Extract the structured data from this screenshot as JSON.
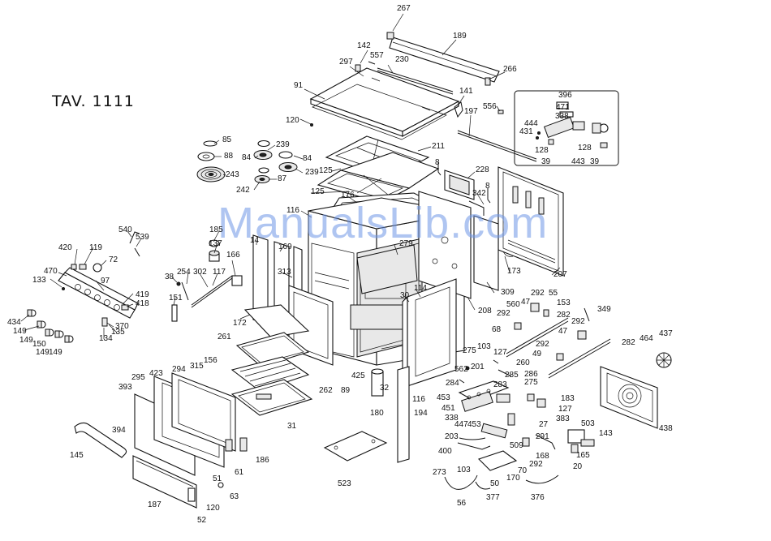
{
  "drawing": {
    "title": "TAV. 1111",
    "watermark": "ManualsLib.com"
  },
  "labels": [
    {
      "text": "267",
      "id": "p267"
    },
    {
      "text": "189",
      "id": "p189"
    },
    {
      "text": "142",
      "id": "p142"
    },
    {
      "text": "557",
      "id": "p557"
    },
    {
      "text": "230",
      "id": "p230"
    },
    {
      "text": "297",
      "id": "p297"
    },
    {
      "text": "266",
      "id": "p266"
    },
    {
      "text": "91",
      "id": "p91"
    },
    {
      "text": "141",
      "id": "p141"
    },
    {
      "text": "556",
      "id": "p556"
    },
    {
      "text": "197",
      "id": "p197"
    },
    {
      "text": "120",
      "id": "p120a"
    },
    {
      "text": "85",
      "id": "p85"
    },
    {
      "text": "88",
      "id": "p88"
    },
    {
      "text": "239",
      "id": "p239a"
    },
    {
      "text": "84",
      "id": "p84a"
    },
    {
      "text": "84",
      "id": "p84b"
    },
    {
      "text": "211",
      "id": "p211"
    },
    {
      "text": "125",
      "id": "p125a"
    },
    {
      "text": "239",
      "id": "p239b"
    },
    {
      "text": "243",
      "id": "p243"
    },
    {
      "text": "87",
      "id": "p87"
    },
    {
      "text": "242",
      "id": "p242"
    },
    {
      "text": "8",
      "id": "p8a"
    },
    {
      "text": "228",
      "id": "p228"
    },
    {
      "text": "125",
      "id": "p125b"
    },
    {
      "text": "176",
      "id": "p176"
    },
    {
      "text": "342",
      "id": "p342"
    },
    {
      "text": "8",
      "id": "p8b"
    },
    {
      "text": "116",
      "id": "p116a"
    },
    {
      "text": "540",
      "id": "p540"
    },
    {
      "text": "539",
      "id": "p539"
    },
    {
      "text": "185",
      "id": "p185"
    },
    {
      "text": "420",
      "id": "p420"
    },
    {
      "text": "119",
      "id": "p119"
    },
    {
      "text": "137",
      "id": "p137"
    },
    {
      "text": "14",
      "id": "p14"
    },
    {
      "text": "169",
      "id": "p169"
    },
    {
      "text": "279",
      "id": "p279"
    },
    {
      "text": "72",
      "id": "p72"
    },
    {
      "text": "166",
      "id": "p166"
    },
    {
      "text": "470",
      "id": "p470"
    },
    {
      "text": "254",
      "id": "p254"
    },
    {
      "text": "302",
      "id": "p302"
    },
    {
      "text": "117",
      "id": "p117"
    },
    {
      "text": "313",
      "id": "p313"
    },
    {
      "text": "133",
      "id": "p133"
    },
    {
      "text": "97",
      "id": "p97"
    },
    {
      "text": "38",
      "id": "p38"
    },
    {
      "text": "419",
      "id": "p419"
    },
    {
      "text": "418",
      "id": "p418"
    },
    {
      "text": "151",
      "id": "p151"
    },
    {
      "text": "114",
      "id": "p114"
    },
    {
      "text": "309",
      "id": "p309"
    },
    {
      "text": "173",
      "id": "p173"
    },
    {
      "text": "207",
      "id": "p207"
    },
    {
      "text": "434",
      "id": "p434"
    },
    {
      "text": "370",
      "id": "p370"
    },
    {
      "text": "172",
      "id": "p172"
    },
    {
      "text": "30",
      "id": "p30"
    },
    {
      "text": "208",
      "id": "p208"
    },
    {
      "text": "149",
      "id": "p149a"
    },
    {
      "text": "135",
      "id": "p135"
    },
    {
      "text": "134",
      "id": "p134"
    },
    {
      "text": "149",
      "id": "p149b"
    },
    {
      "text": "150",
      "id": "p150"
    },
    {
      "text": "149",
      "id": "p149c"
    },
    {
      "text": "149",
      "id": "p149d"
    },
    {
      "text": "261",
      "id": "p261"
    },
    {
      "text": "156",
      "id": "p156"
    },
    {
      "text": "315",
      "id": "p315"
    },
    {
      "text": "294",
      "id": "p294"
    },
    {
      "text": "423",
      "id": "p423"
    },
    {
      "text": "295",
      "id": "p295"
    },
    {
      "text": "262",
      "id": "p262"
    },
    {
      "text": "89",
      "id": "p89"
    },
    {
      "text": "425",
      "id": "p425"
    },
    {
      "text": "32",
      "id": "p32"
    },
    {
      "text": "116",
      "id": "p116b"
    },
    {
      "text": "393",
      "id": "p393"
    },
    {
      "text": "31",
      "id": "p31"
    },
    {
      "text": "180",
      "id": "p180"
    },
    {
      "text": "194",
      "id": "p194"
    },
    {
      "text": "394",
      "id": "p394"
    },
    {
      "text": "145",
      "id": "p145"
    },
    {
      "text": "186",
      "id": "p186"
    },
    {
      "text": "61",
      "id": "p61"
    },
    {
      "text": "51",
      "id": "p51"
    },
    {
      "text": "63",
      "id": "p63"
    },
    {
      "text": "523",
      "id": "p523"
    },
    {
      "text": "187",
      "id": "p187"
    },
    {
      "text": "120",
      "id": "p120b"
    },
    {
      "text": "52",
      "id": "p52"
    },
    {
      "text": "396",
      "id": "p396"
    },
    {
      "text": "471",
      "id": "p471"
    },
    {
      "text": "338",
      "id": "p338a"
    },
    {
      "text": "444",
      "id": "p444"
    },
    {
      "text": "431",
      "id": "p431"
    },
    {
      "text": "128",
      "id": "p128a"
    },
    {
      "text": "128",
      "id": "p128b"
    },
    {
      "text": "39",
      "id": "p39a"
    },
    {
      "text": "443",
      "id": "p443"
    },
    {
      "text": "39",
      "id": "p39b"
    },
    {
      "text": "292",
      "id": "p292a"
    },
    {
      "text": "55",
      "id": "p55"
    },
    {
      "text": "560",
      "id": "p560"
    },
    {
      "text": "47",
      "id": "p47a"
    },
    {
      "text": "153",
      "id": "p153"
    },
    {
      "text": "292",
      "id": "p292b"
    },
    {
      "text": "349",
      "id": "p349"
    },
    {
      "text": "282",
      "id": "p282a"
    },
    {
      "text": "68",
      "id": "p68"
    },
    {
      "text": "47",
      "id": "p47b"
    },
    {
      "text": "292",
      "id": "p292c"
    },
    {
      "text": "464",
      "id": "p464"
    },
    {
      "text": "437",
      "id": "p437"
    },
    {
      "text": "292",
      "id": "p292d"
    },
    {
      "text": "275",
      "id": "p275a"
    },
    {
      "text": "103",
      "id": "p103a"
    },
    {
      "text": "127",
      "id": "p127a"
    },
    {
      "text": "49",
      "id": "p49"
    },
    {
      "text": "282",
      "id": "p282b"
    },
    {
      "text": "260",
      "id": "p260"
    },
    {
      "text": "562",
      "id": "p562"
    },
    {
      "text": "201",
      "id": "p201"
    },
    {
      "text": "285",
      "id": "p285"
    },
    {
      "text": "286",
      "id": "p286"
    },
    {
      "text": "284",
      "id": "p284"
    },
    {
      "text": "283",
      "id": "p283"
    },
    {
      "text": "275",
      "id": "p275b"
    },
    {
      "text": "453",
      "id": "p453a"
    },
    {
      "text": "183",
      "id": "p183"
    },
    {
      "text": "451",
      "id": "p451"
    },
    {
      "text": "127",
      "id": "p127b"
    },
    {
      "text": "338",
      "id": "p338b"
    },
    {
      "text": "447",
      "id": "p447"
    },
    {
      "text": "453",
      "id": "p453b"
    },
    {
      "text": "27",
      "id": "p27"
    },
    {
      "text": "383",
      "id": "p383"
    },
    {
      "text": "438",
      "id": "p438"
    },
    {
      "text": "503",
      "id": "p503"
    },
    {
      "text": "291",
      "id": "p291"
    },
    {
      "text": "203",
      "id": "p203"
    },
    {
      "text": "509",
      "id": "p509"
    },
    {
      "text": "143",
      "id": "p143"
    },
    {
      "text": "400",
      "id": "p400"
    },
    {
      "text": "168",
      "id": "p168"
    },
    {
      "text": "165",
      "id": "p165"
    },
    {
      "text": "292",
      "id": "p292e"
    },
    {
      "text": "20",
      "id": "p20"
    },
    {
      "text": "70",
      "id": "p70"
    },
    {
      "text": "273",
      "id": "p273"
    },
    {
      "text": "103",
      "id": "p103b"
    },
    {
      "text": "170",
      "id": "p170"
    },
    {
      "text": "50",
      "id": "p50"
    },
    {
      "text": "377",
      "id": "p377"
    },
    {
      "text": "376",
      "id": "p376"
    },
    {
      "text": "56",
      "id": "p56"
    }
  ]
}
